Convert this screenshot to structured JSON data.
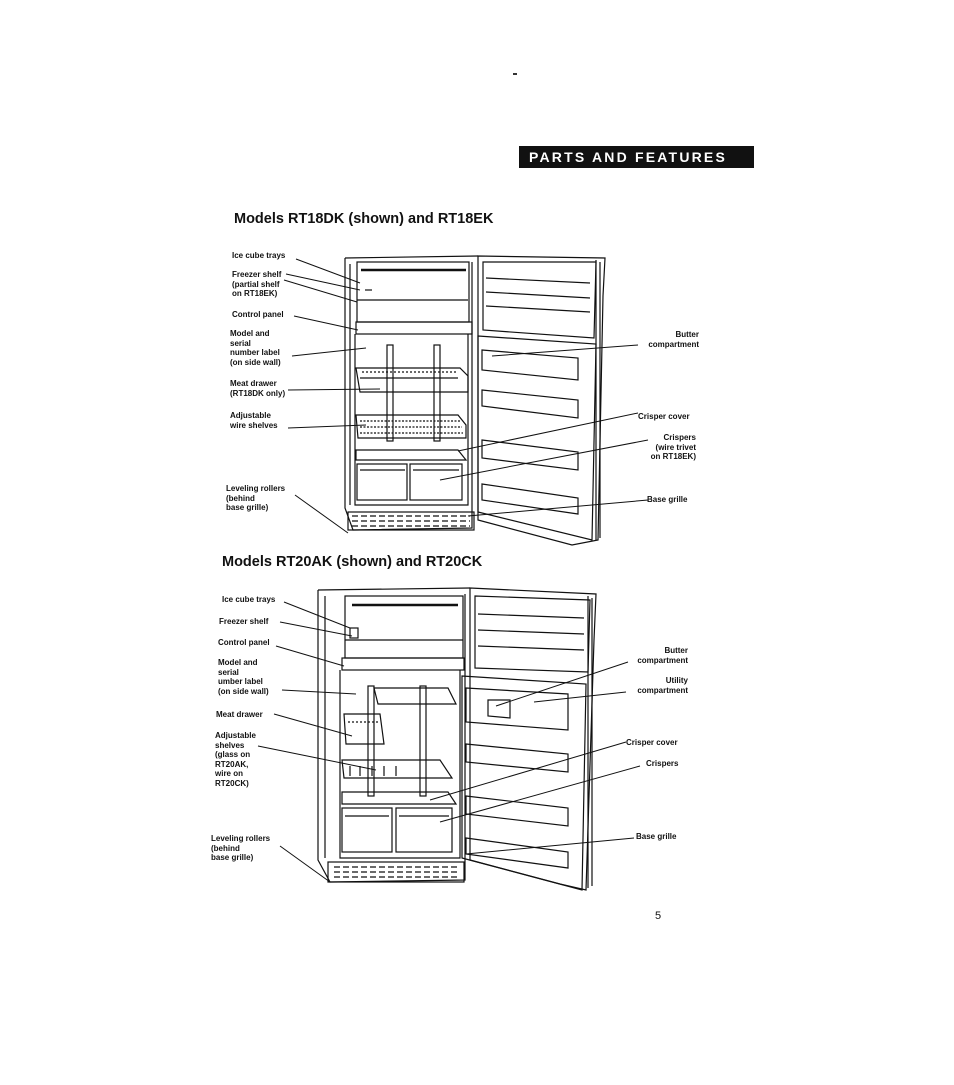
{
  "banner": "PARTS AND FEATURES",
  "section1": {
    "heading": "Models RT18DK (shown) and RT18EK",
    "labels": {
      "ice_cube_trays": "Ice cube trays",
      "freezer_shelf": "Freezer shelf\n(partial shelf\non RT18EK)",
      "control_panel": "Control panel",
      "model_serial": "Model and\nserial\nnumber label\n(on side wall)",
      "meat_drawer": "Meat drawer\n(RT18DK only)",
      "adjustable_shelves": "Adjustable\nwire shelves",
      "leveling_rollers": "Leveling rollers\n(behind\nbase grille)",
      "butter": "Butter\ncompartment",
      "crisper_cover": "Crisper cover",
      "crispers": "Crispers\n(wire trivet\non RT18EK)",
      "base_grille": "Base grille"
    }
  },
  "section2": {
    "heading": "Models RT20AK (shown) and RT20CK",
    "labels": {
      "ice_cube_trays": "Ice cube trays",
      "freezer_shelf": "Freezer shelf",
      "control_panel": "Control panel",
      "model_serial": "Model and\nserial\number label\n(on side wall)",
      "meat_drawer": "Meat drawer",
      "adjustable_shelves": "Adjustable\nshelves\n(glass on\nRT20AK,\nwire on\nRT20CK)",
      "leveling_rollers": "Leveling rollers\n(behind\nbase grille)",
      "butter": "Butter\ncompartment",
      "utility": "Utility\ncompartment",
      "crisper_cover": "Crisper cover",
      "crispers": "Crispers",
      "base_grille": "Base grille"
    }
  },
  "page_number": "5"
}
